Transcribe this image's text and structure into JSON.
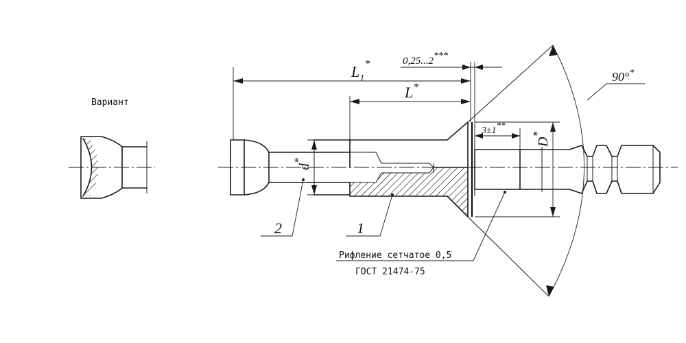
{
  "variant_label": "Вариант",
  "dims": {
    "l1": "L",
    "l1_sub": "1",
    "l1_star": "*",
    "l": "L",
    "l_star": "*",
    "gap": "0,25...2",
    "gap_star": "***",
    "knurl_width": "3±1",
    "knurl_star": "**",
    "d_small": "d",
    "d_small_star": "*",
    "d_big": "D",
    "d_big_star": "*",
    "angle": "90°",
    "angle_star": "*"
  },
  "callouts": {
    "part1": "1",
    "part2": "2"
  },
  "note": {
    "line1": "Рифление сетчатое 0,5",
    "line2": "ГОСТ 21474-75"
  }
}
